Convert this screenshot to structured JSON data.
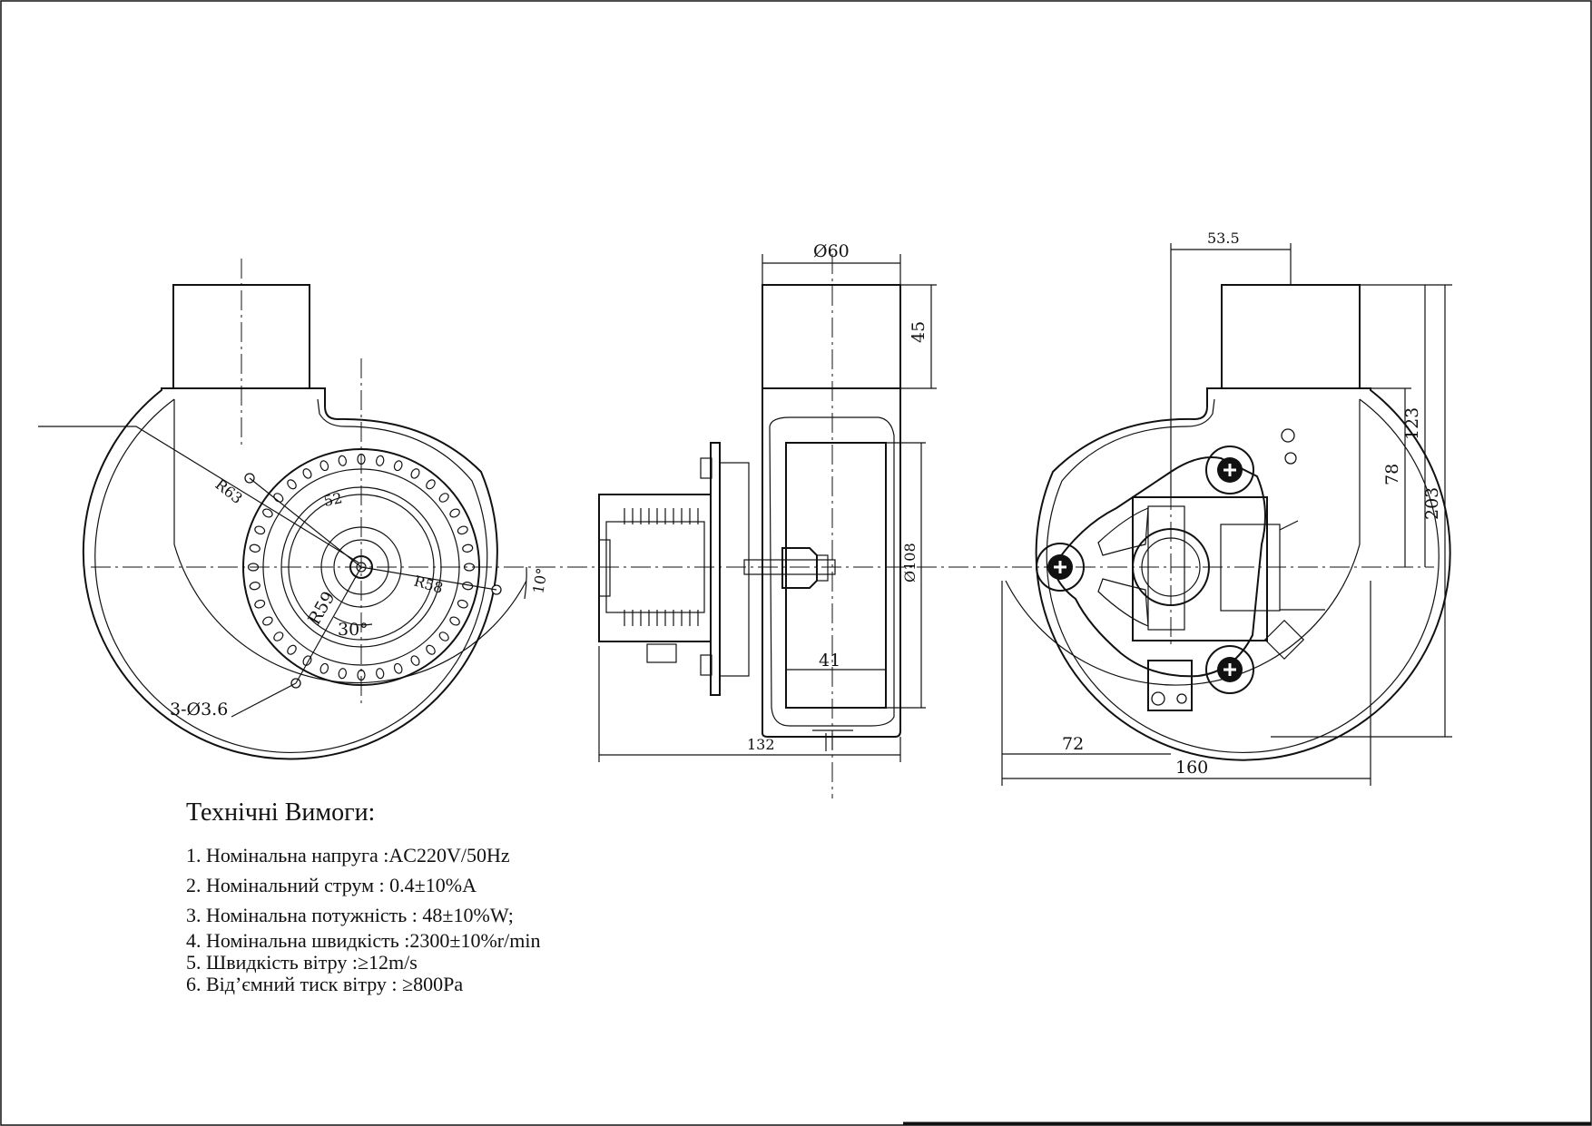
{
  "dimensions": {
    "front_view": {
      "radius_63": "R63",
      "radius_59": "R59",
      "radius_58": "R58",
      "dim_52": "52",
      "angle_30": "30°",
      "angle_10": "10°",
      "holes": "3-Ø3.6"
    },
    "side_view": {
      "outlet_diameter": "Ø60",
      "outlet_height": "45",
      "impeller_diameter": "Ø108",
      "impeller_width": "41",
      "total_length": "132"
    },
    "rear_view": {
      "dim_53_5": "53.5",
      "dim_123": "123",
      "dim_78": "78",
      "dim_203": "203",
      "dim_72": "72",
      "dim_160": "160"
    }
  },
  "specs": {
    "title": "Технічні Вимоги:",
    "items": [
      "1. Номінальна напруга :AC220V/50Hz",
      "2. Номінальний струм : 0.4±10%A",
      "3. Номінальна потужність : 48±10%W;",
      "4. Номінальна швидкість :2300±10%r/min",
      "5. Швидкість вітру :≥12m/s",
      "6. Від’ємний тиск вітру : ≥800Pa"
    ]
  }
}
